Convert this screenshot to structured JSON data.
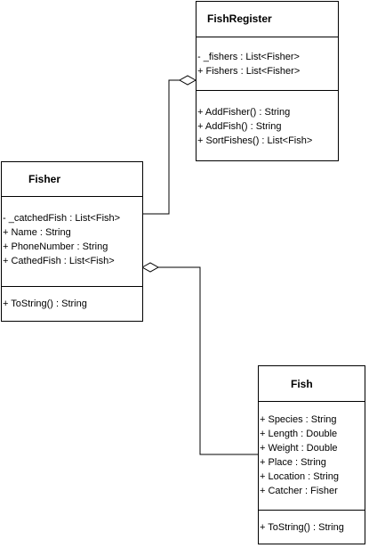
{
  "classes": {
    "fishregister": {
      "name": "FishRegister",
      "attributes": [
        "- _fishers : List<Fisher>",
        "+ Fishers : List<Fisher>"
      ],
      "methods": [
        "+ AddFisher() : String",
        "+ AddFish() : String",
        "+ SortFishes() : List<Fish>"
      ]
    },
    "fisher": {
      "name": "Fisher",
      "attributes": [
        "- _catchedFish : List<Fish>",
        "+ Name : String",
        "+ PhoneNumber : String",
        "+ CathedFish : List<Fish>"
      ],
      "methods": [
        "+ ToString() : String"
      ]
    },
    "fish": {
      "name": "Fish",
      "attributes": [
        "+ Species : String",
        "+ Length : Double",
        "+ Weight : Double",
        "+ Place : String",
        "+ Location : String",
        "+ Catcher : Fisher"
      ],
      "methods": [
        "+ ToString() : String"
      ]
    }
  },
  "relations": [
    {
      "type": "aggregation",
      "whole": "FishRegister",
      "part": "Fisher"
    },
    {
      "type": "aggregation",
      "whole": "Fisher",
      "part": "Fish"
    }
  ]
}
